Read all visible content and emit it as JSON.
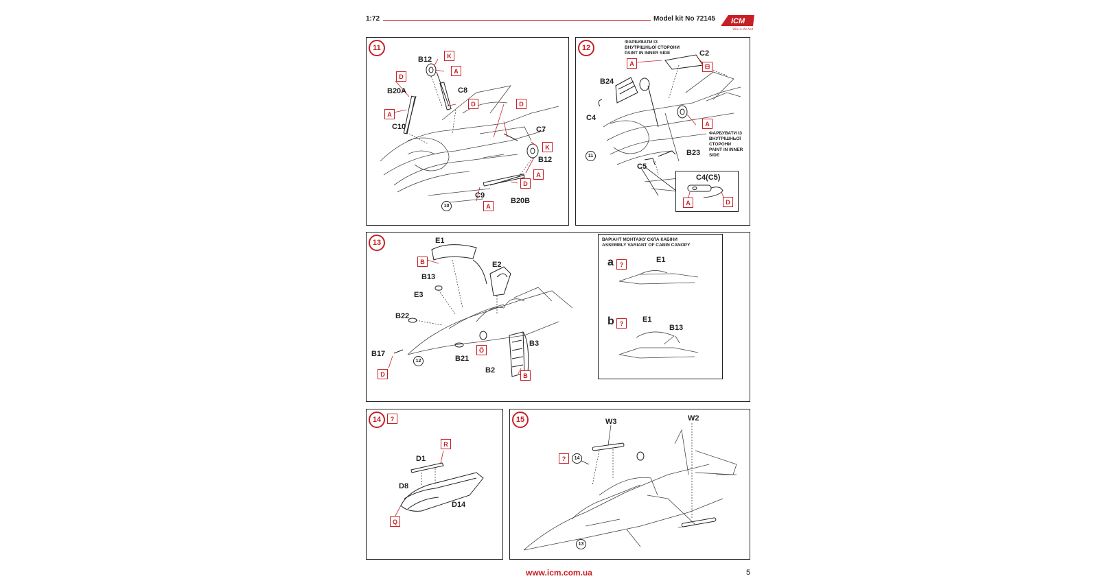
{
  "header": {
    "scale": "1:72",
    "model": "Model kit No 72145"
  },
  "logo": {
    "brand": "ICM",
    "tagline": "Who is the best"
  },
  "steps": {
    "s11": {
      "num": "11",
      "labels": [
        "B12",
        "B20A",
        "C8",
        "C10",
        "C7",
        "B12",
        "C9",
        "B20B"
      ],
      "ref": "10"
    },
    "s12": {
      "num": "12",
      "labels": [
        "C2",
        "B24",
        "C4",
        "B23",
        "C5",
        "C4(C5)"
      ],
      "ref": "11",
      "note1": "ФАРБУВАТИ ІЗ\nВНУТРІШНЬОЇ СТОРОНИ\nPAINT IN INNER SIDE",
      "note2": "ФАРБУВАТИ ІЗ\nВНУТРІШНЬОЇ\nСТОРОНИ\nPAINT IN INNER\nSIDE"
    },
    "s13": {
      "num": "13",
      "labels": [
        "E1",
        "E2",
        "B13",
        "E3",
        "B22",
        "B17",
        "B21",
        "B3",
        "B2"
      ],
      "ref": "12",
      "inset_title": "ВАРІАНТ МОНТАЖУ СКЛА КАБІНИ\nASSEMBLY VARIANT OF CABIN CANOPY",
      "variant_a": "a",
      "variant_b": "b",
      "a_label": "E1",
      "b_label1": "E1",
      "b_label2": "B13"
    },
    "s14": {
      "num": "14",
      "labels": [
        "D1",
        "D8",
        "D14"
      ]
    },
    "s15": {
      "num": "15",
      "labels": [
        "W3",
        "W2"
      ],
      "ref1": "14",
      "ref2": "13"
    }
  },
  "color_boxes": {
    "s11": [
      "K",
      "A",
      "D",
      "D",
      "A",
      "D",
      "K",
      "A",
      "D",
      "A"
    ],
    "s12": [
      "A",
      "A",
      "A",
      "D"
    ],
    "s13": [
      "B",
      "D",
      "B",
      "?",
      "?"
    ],
    "s14": [
      "?",
      "R",
      "Q"
    ],
    "s15": [
      "?"
    ]
  },
  "footer": {
    "url": "www.icm.com.ua",
    "page": "5"
  },
  "colors": {
    "accent": "#c62026",
    "line": "#222222"
  }
}
